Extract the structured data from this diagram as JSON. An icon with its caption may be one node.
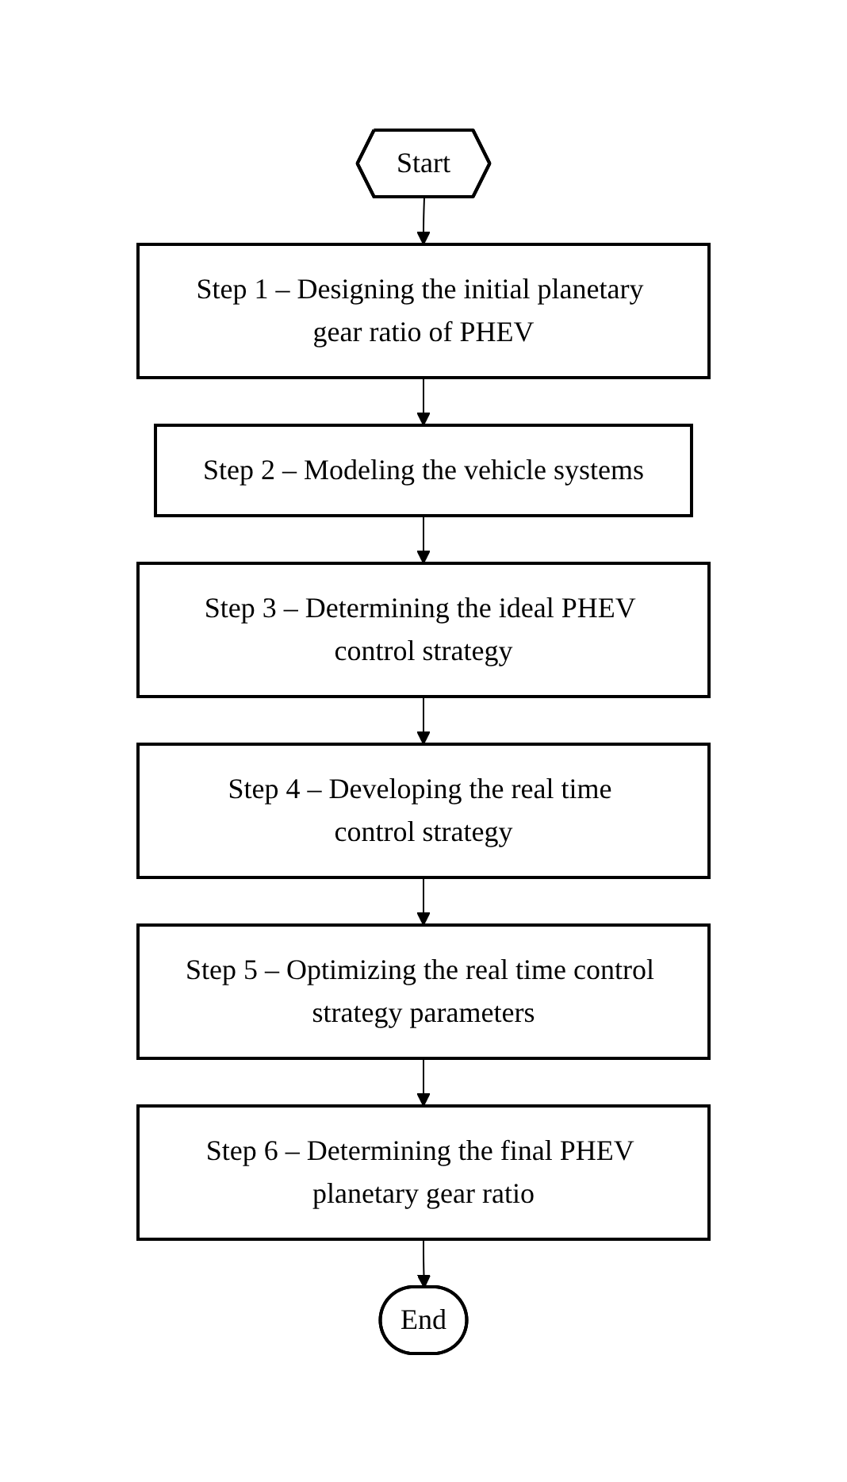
{
  "diagram": {
    "nodes": [
      {
        "text": [
          "Start"
        ]
      },
      {
        "text": [
          "Step 1 – Designing the initial planetary gear ratio of PHEV"
        ]
      },
      {
        "text": [
          "Step 2 – Modeling the vehicle systems"
        ]
      },
      {
        "text": [
          "Step 3 – Determining the ideal PHEV control strategy"
        ]
      },
      {
        "text": [
          "Step 4 – Developing the real time control strategy"
        ]
      },
      {
        "text": [
          "Step 5 – Optimizing the real time control strategy parameters"
        ]
      },
      {
        "text": [
          "Step 6 – Determining the final PHEV planetary gear ratio"
        ]
      },
      {
        "text": [
          "End"
        ]
      }
    ],
    "edges": [
      {
        "from": 0,
        "to": 1,
        "arrow": "to"
      },
      {
        "from": 1,
        "to": 2,
        "arrow": "to"
      },
      {
        "from": 2,
        "to": 3,
        "arrow": "to"
      },
      {
        "from": 3,
        "to": 4,
        "arrow": "to"
      },
      {
        "from": 4,
        "to": 5,
        "arrow": "to"
      },
      {
        "from": 5,
        "to": 6,
        "arrow": "to"
      },
      {
        "from": 6,
        "to": 7,
        "arrow": "to"
      }
    ]
  }
}
